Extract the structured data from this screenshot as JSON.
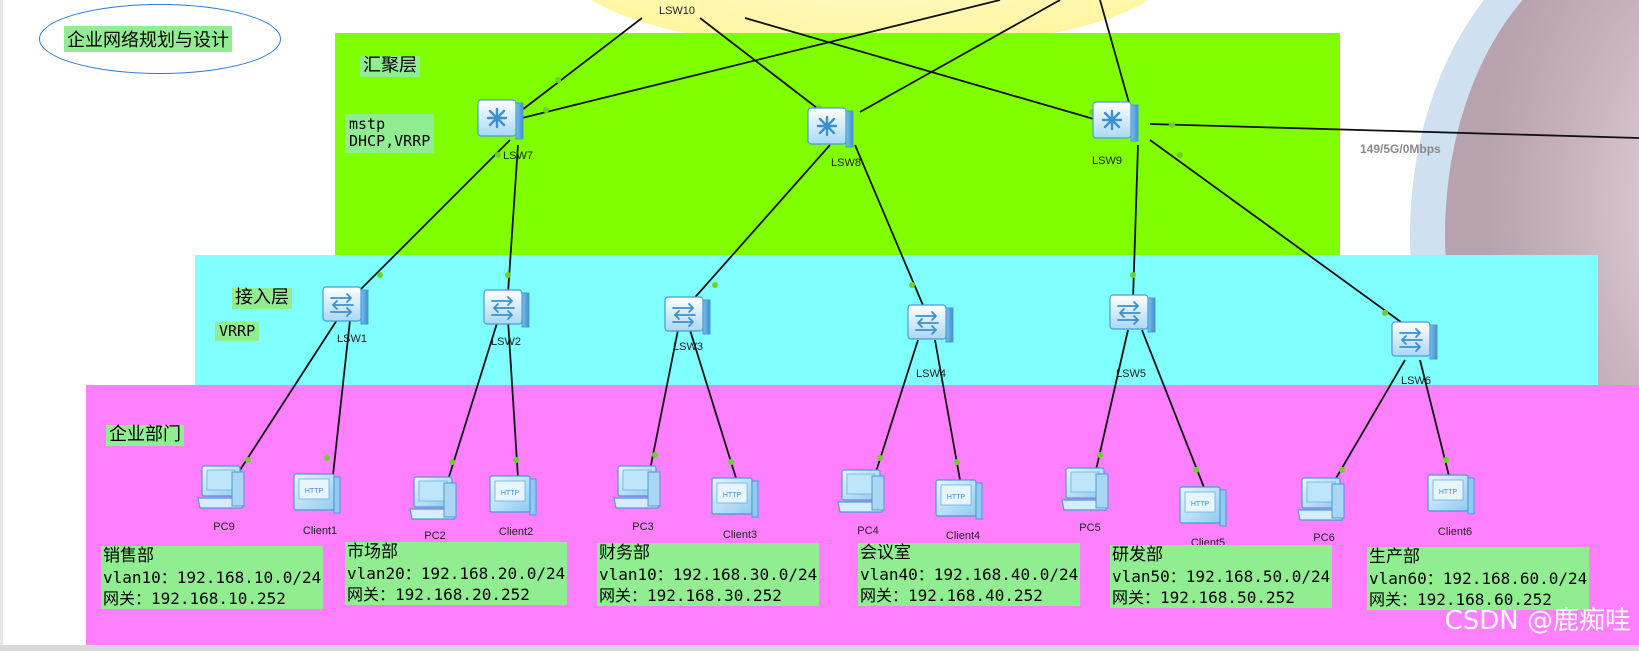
{
  "title": "企业网络规划与设计",
  "layers": {
    "aggregation": {
      "label": "汇聚层",
      "protocols": [
        "mstp",
        "DHCP,VRRP"
      ]
    },
    "access": {
      "label": "接入层",
      "protocols": "VRRP"
    },
    "departments": {
      "label": "企业部门"
    }
  },
  "core_label": "LSW10",
  "bandwidth_label": "149/5G/0Mbps",
  "switches": {
    "aggregation": [
      "LSW7",
      "LSW8",
      "LSW9"
    ],
    "access": [
      "LSW1",
      "LSW2",
      "LSW3",
      "LSW4",
      "LSW5",
      "LSW6"
    ]
  },
  "hosts": [
    {
      "pc": "PC9",
      "client": "Client1"
    },
    {
      "pc": "PC2",
      "client": "Client2"
    },
    {
      "pc": "PC3",
      "client": "Client3"
    },
    {
      "pc": "PC4",
      "client": "Client4"
    },
    {
      "pc": "PC5",
      "client": "Client5"
    },
    {
      "pc": "PC6",
      "client": "Client6"
    }
  ],
  "departments": [
    {
      "name": "销售部",
      "vlan": "vlan10：192.168.10.0/24",
      "gateway": "网关：192.168.10.252"
    },
    {
      "name": "市场部",
      "vlan": "vlan20：192.168.20.0/24",
      "gateway": "网关：192.168.20.252"
    },
    {
      "name": "财务部",
      "vlan": "vlan10：192.168.30.0/24",
      "gateway": "网关：192.168.30.252"
    },
    {
      "name": "会议室",
      "vlan": "vlan40：192.168.40.0/24",
      "gateway": "网关：192.168.40.252"
    },
    {
      "name": "研发部",
      "vlan": "vlan50：192.168.50.0/24",
      "gateway": "网关：192.168.50.252"
    },
    {
      "name": "生产部",
      "vlan": "vlan60：192.168.60.0/24",
      "gateway": "网关：192.168.60.252"
    }
  ],
  "watermark": "CSDN @鹿痴哇",
  "colors": {
    "aggregation_zone": "#80ff00",
    "access_zone": "#80ffff",
    "department_zone": "#ff80ff",
    "core_zone": "#fff9a0",
    "label_bg": "#90ee90",
    "link": "#111111",
    "port_dot": "#6fcf2f"
  }
}
